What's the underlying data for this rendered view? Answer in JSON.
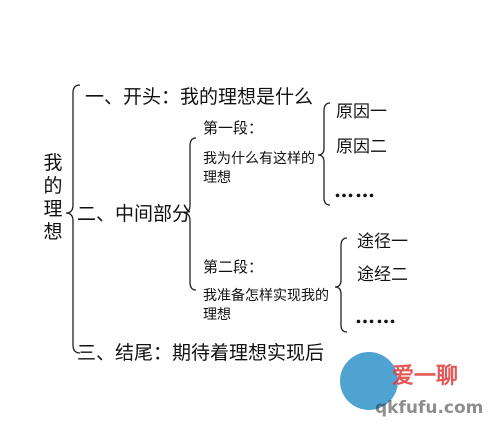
{
  "root": "我的理想",
  "sections": {
    "opening": "一、开头：我的理想是什么",
    "middle": "二、中间部分",
    "ending": "三、结尾：期待着理想实现后"
  },
  "paragraph1": {
    "title": "第一段：",
    "desc": "我为什么有这样的理想",
    "leaves": [
      "原因一",
      "原因二",
      "……"
    ]
  },
  "paragraph2": {
    "title": "第二段：",
    "desc": "我准备怎样实现我的理想",
    "leaves": [
      "途径一",
      "途经二",
      "……"
    ]
  },
  "watermark": {
    "line1": "爱一聊",
    "line2": "qkfufu.com"
  }
}
